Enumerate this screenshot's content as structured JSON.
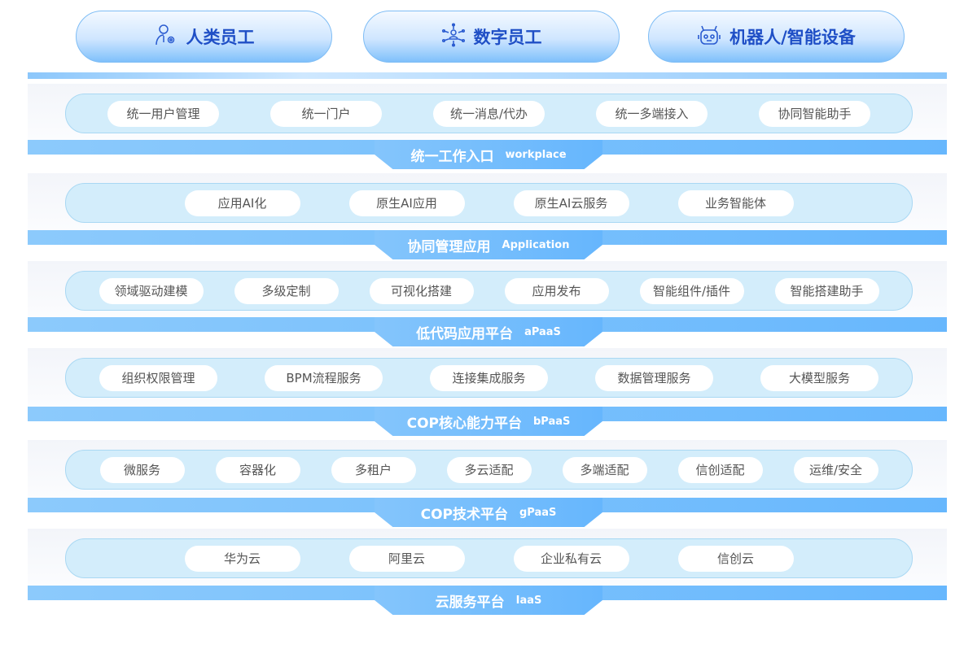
{
  "top_buttons": [
    {
      "label": "人类员工",
      "icon": "human-employee-icon"
    },
    {
      "label": "数字员工",
      "icon": "digital-employee-icon"
    },
    {
      "label": "机器人/智能设备",
      "icon": "robot-icon"
    }
  ],
  "layers": [
    {
      "title": "统一工作入口",
      "subtitle": "workplace",
      "items": [
        "统一用户管理",
        "统一门户",
        "统一消息/代办",
        "统一多端接入",
        "协同智能助手"
      ]
    },
    {
      "title": "协同管理应用",
      "subtitle": "Application",
      "items": [
        "应用AI化",
        "原生AI应用",
        "原生AI云服务",
        "业务智能体"
      ]
    },
    {
      "title": "低代码应用平台",
      "subtitle": "aPaaS",
      "items": [
        "领域驱动建模",
        "多级定制",
        "可视化搭建",
        "应用发布",
        "智能组件/插件",
        "智能搭建助手"
      ]
    },
    {
      "title": "COP核心能力平台",
      "subtitle": "bPaaS",
      "items": [
        "组织权限管理",
        "BPM流程服务",
        "连接集成服务",
        "数据管理服务",
        "大模型服务"
      ]
    },
    {
      "title": "COP技术平台",
      "subtitle": "gPaaS",
      "items": [
        "微服务",
        "容器化",
        "多租户",
        "多云适配",
        "多端适配",
        "信创适配",
        "运维/安全"
      ]
    },
    {
      "title": "云服务平台",
      "subtitle": "IaaS",
      "items": [
        "华为云",
        "阿里云",
        "企业私有云",
        "信创云"
      ]
    }
  ],
  "colors": {
    "accent": "#1f4fc6",
    "bar": "#67b7fd",
    "row_bg": "#d3edfb"
  }
}
